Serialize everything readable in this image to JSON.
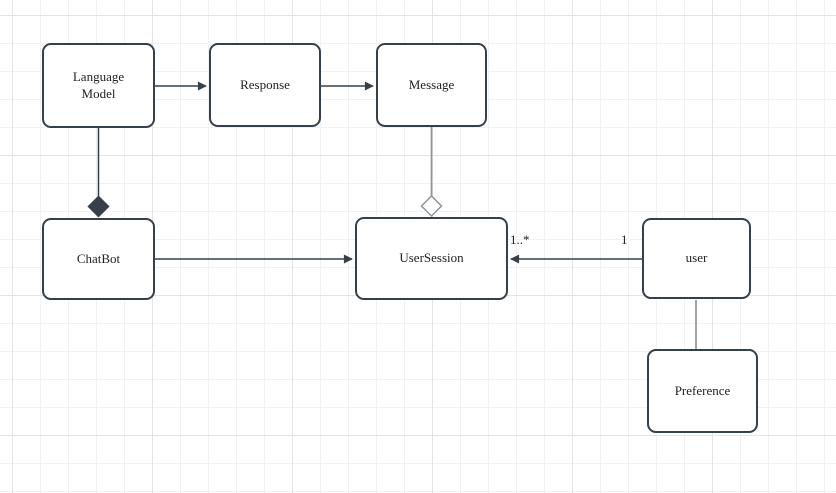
{
  "diagram": {
    "nodes": [
      {
        "id": "language-model",
        "label": "Language Model"
      },
      {
        "id": "response",
        "label": "Response"
      },
      {
        "id": "message",
        "label": "Message"
      },
      {
        "id": "chatbot",
        "label": "ChatBot"
      },
      {
        "id": "user-session",
        "label": "UserSession"
      },
      {
        "id": "user",
        "label": "user"
      },
      {
        "id": "preference",
        "label": "Preference"
      }
    ],
    "edges": [
      {
        "from": "Language Model",
        "to": "Response",
        "type": "directed-arrow"
      },
      {
        "from": "Response",
        "to": "Message",
        "type": "directed-arrow"
      },
      {
        "from": "ChatBot",
        "to": "Language Model",
        "type": "composition-filled-diamond"
      },
      {
        "from": "UserSession",
        "to": "Message",
        "type": "aggregation-hollow-diamond"
      },
      {
        "from": "ChatBot",
        "to": "UserSession",
        "type": "directed-arrow"
      },
      {
        "from": "user",
        "to": "UserSession",
        "type": "directed-arrow",
        "source_label": "1",
        "target_label": "1..*"
      },
      {
        "from": "user",
        "to": "Preference",
        "type": "plain-line"
      }
    ]
  },
  "colors": {
    "stroke_dark": "#36404a",
    "stroke_gray": "#8f959b",
    "text_color": "#1f1f1f",
    "node_fill": "#ffffff",
    "grid_minor": "#f1f1f1",
    "grid_major": "#e3e3e3",
    "canvas_bg": "#ffffff"
  }
}
